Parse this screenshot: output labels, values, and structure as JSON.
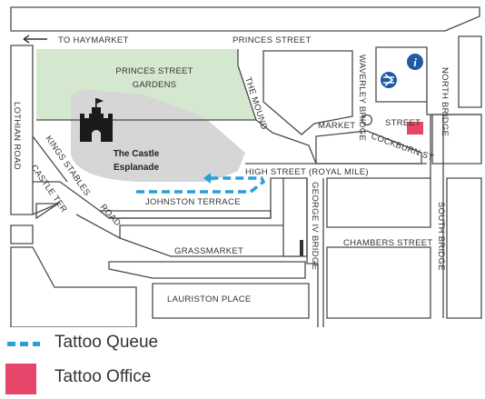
{
  "labels": {
    "to_haymarket": "TO HAYMARKET",
    "princes_street": "PRINCES STREET",
    "princes_street_gardens_line1": "PRINCES STREET",
    "princes_street_gardens_line2": "GARDENS",
    "the_mound": "THE MOUND",
    "waverley_bridge": "WAVERLEY BRIDGE",
    "north_bridge": "NORTH BRIDGE",
    "market": "MARKET",
    "street": "STREET",
    "cockburn_st": "COCKBURN ST",
    "lothian_road": "LOTHIAN ROAD",
    "kings_stables": "KINGS STABLES",
    "road": "ROAD",
    "castle_ter": "CASTLE TER",
    "castle_esplanade_line1": "The Castle",
    "castle_esplanade_line2": "Esplanade",
    "high_street": "HIGH STREET (ROYAL MILE)",
    "johnston_terrace": "JOHNSTON TERRACE",
    "george_iv_bridge": "GEORGE IV BRIDGE",
    "south_bridge": "SOUTH BRIDGE",
    "grassmarket": "GRASSMARKET",
    "chambers_street": "CHAMBERS STREET",
    "lauriston_place": "LAURISTON PLACE",
    "info_symbol": "i"
  },
  "legend": {
    "queue_label": "Tattoo Queue",
    "office_label": "Tattoo Office"
  },
  "colors": {
    "gardens": "#d4e8cf",
    "esplanade": "#d6d6d6",
    "queue": "#2a9fd8",
    "office": "#e6466a",
    "station_icon": "#1f5aa6",
    "road_outline": "#4a4a4a",
    "castle_icon": "#1a1a1a"
  },
  "icons": {
    "castle": "castle-icon",
    "station": "railway-station-icon",
    "info": "info-icon",
    "arrow": "arrow-left-icon",
    "viewpoint": "circle-marker-icon"
  }
}
